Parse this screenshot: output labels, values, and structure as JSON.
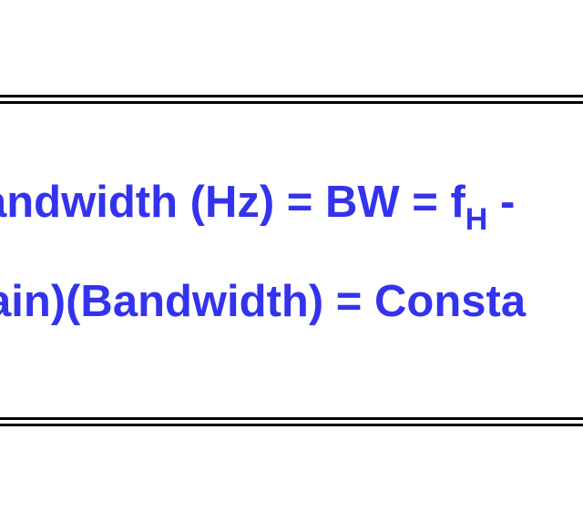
{
  "colors": {
    "formula_text": "#3333ee",
    "rule": "#000000",
    "background": "#ffffff"
  },
  "equation_1": {
    "main": "andwidth (Hz) = BW = f",
    "subscript": "H",
    "tail": " -"
  },
  "equation_2": {
    "main": "ain)(Bandwidth) = Consta"
  }
}
